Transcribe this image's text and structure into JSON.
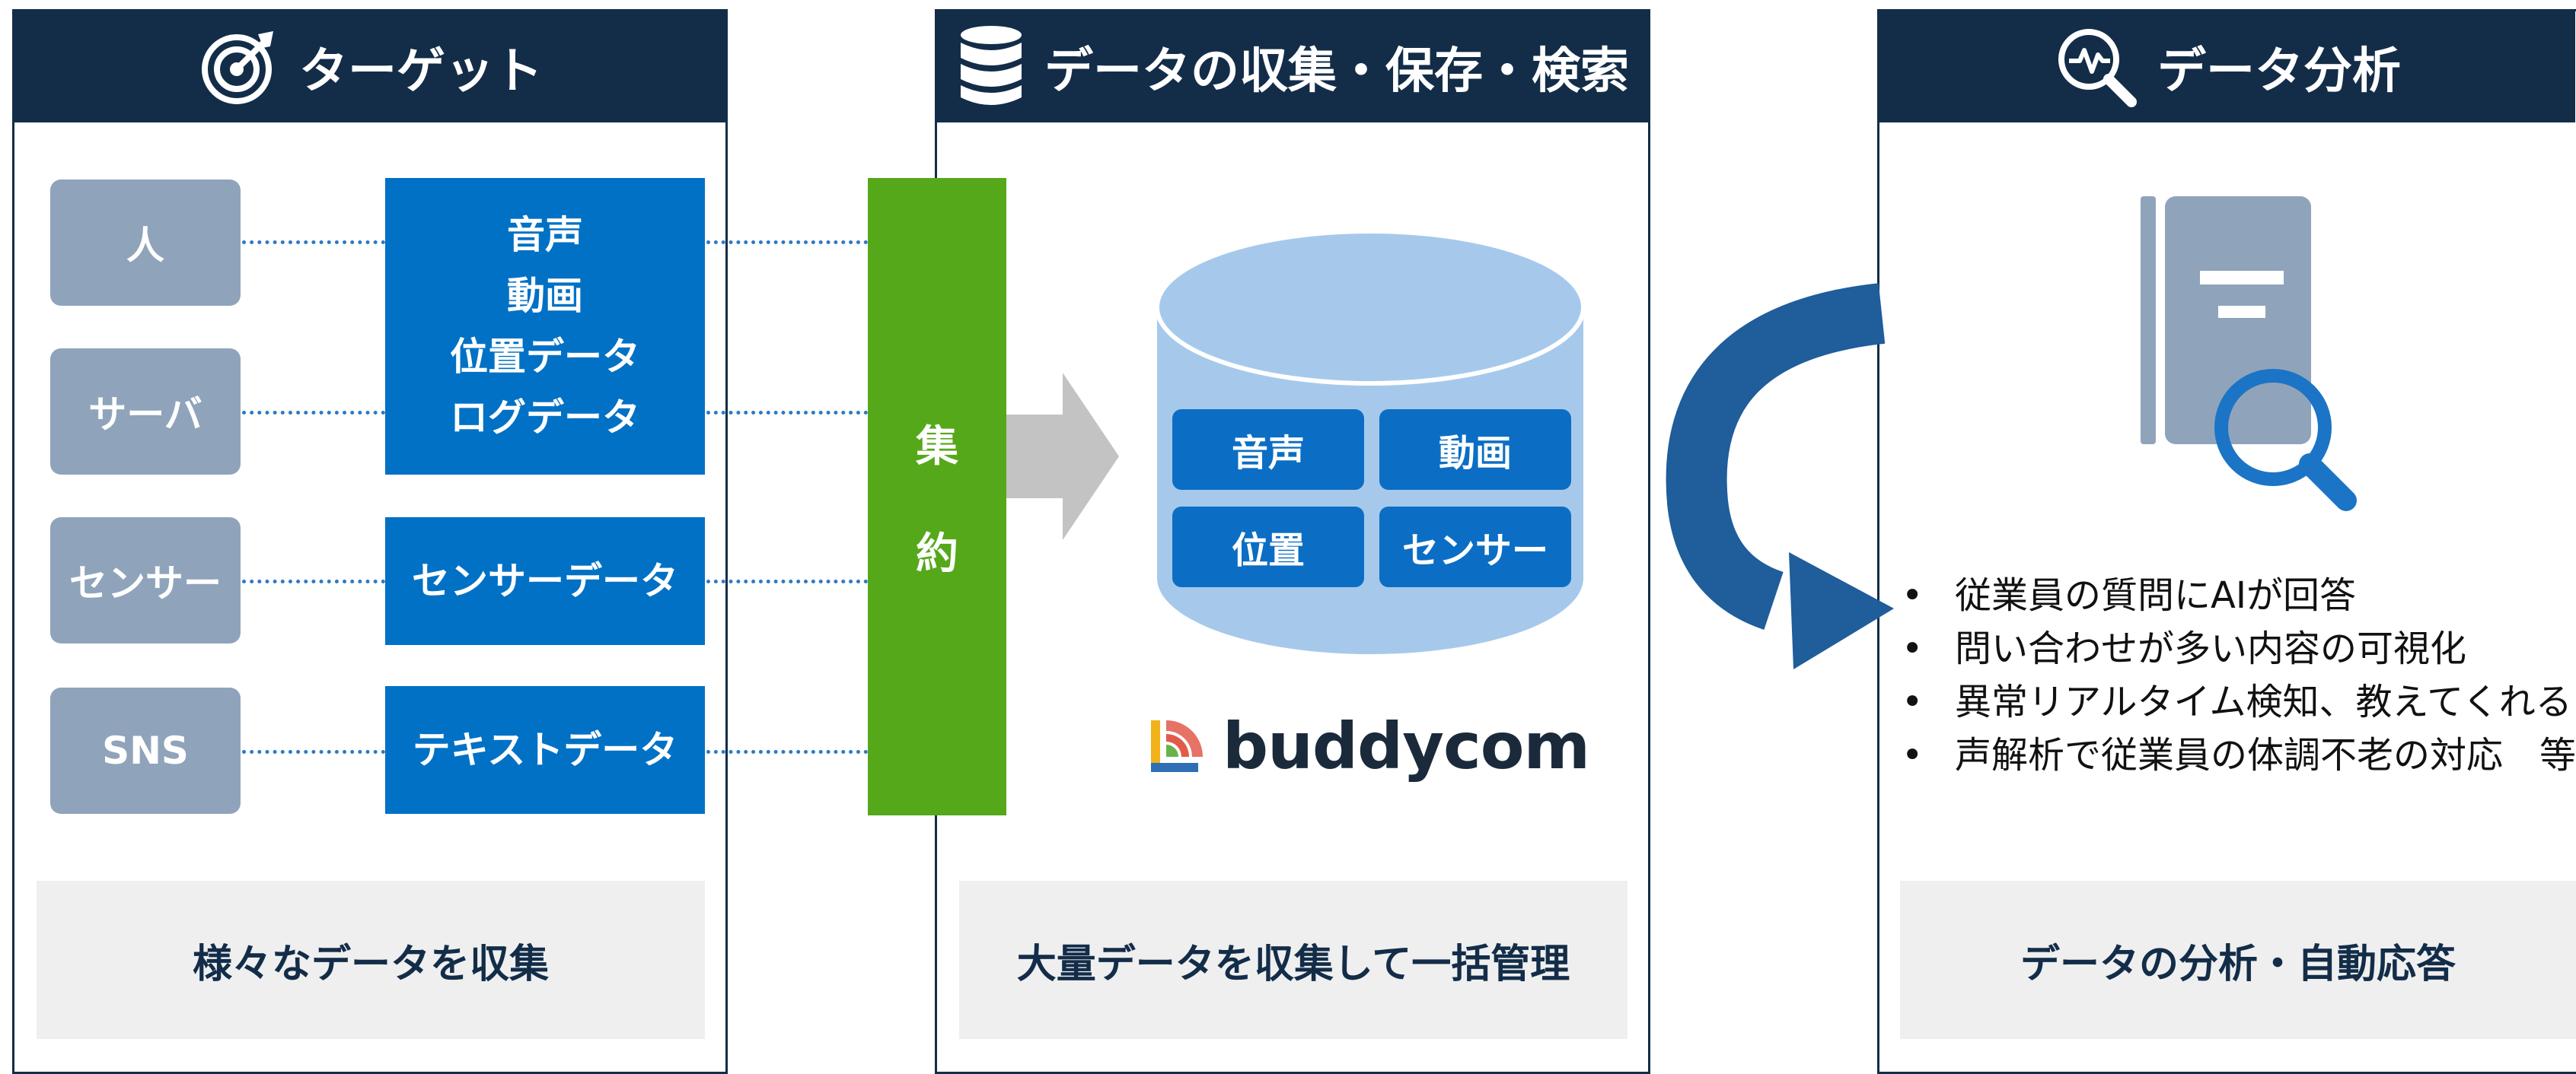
{
  "panels": {
    "target": {
      "title": "ターゲット",
      "icon": "target-icon",
      "footer": "様々なデータを収集"
    },
    "storage": {
      "title": "データの収集・保存・検索",
      "icon": "database-icon",
      "footer": "大量データを収集して一括管理"
    },
    "analysis": {
      "title": "データ分析",
      "icon": "analytics-magnifier-icon",
      "footer": "データの分析・自動応答"
    }
  },
  "sources": [
    "人",
    "サーバ",
    "センサー",
    "SNS"
  ],
  "data_types": {
    "group1": [
      "音声",
      "動画",
      "位置データ",
      "ログデータ"
    ],
    "sensor": "センサーデータ",
    "text": "テキストデータ"
  },
  "aggregate": {
    "char1": "集",
    "char2": "約"
  },
  "db_chips": [
    "音声",
    "動画",
    "位置",
    "センサー"
  ],
  "brand": {
    "name": "buddycom",
    "logo_icon": "buddycom-logo-icon"
  },
  "analysis_bullets": [
    "従業員の質問にAIが回答",
    "問い合わせが多い内容の可視化",
    "異常リアルタイム検知、教えてくれる",
    "声解析で従業員の体調不老の対応　等"
  ],
  "colors": {
    "header_navy": "#132d49",
    "source_gray": "#8fa4bb",
    "data_blue": "#0071c5",
    "aggregate_green": "#56a81b",
    "db_light_blue": "#a6c9eb",
    "arrow_blue": "#1f5d9b"
  }
}
